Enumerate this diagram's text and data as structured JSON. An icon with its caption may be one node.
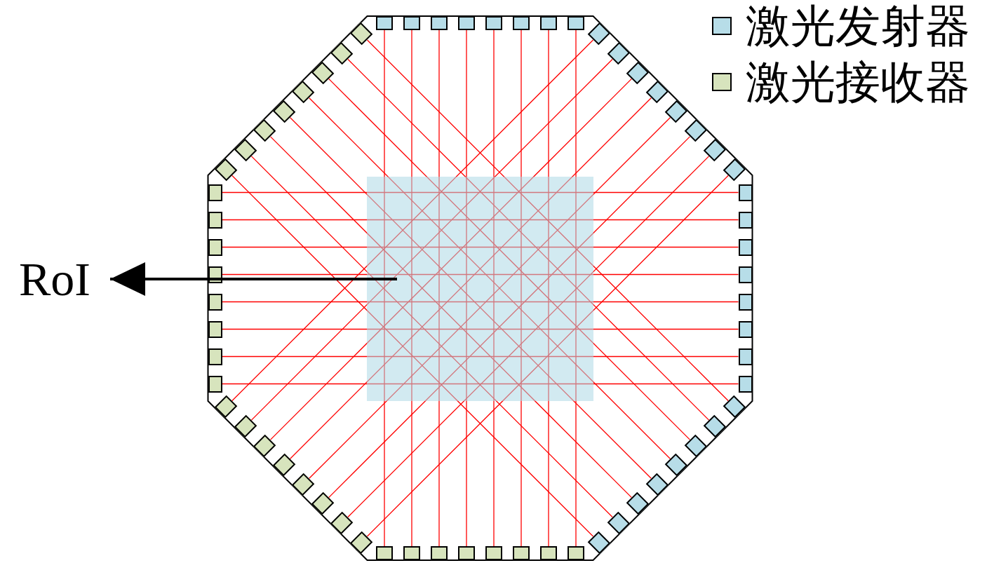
{
  "diagram": {
    "nodes": [
      {
        "text": [],
        "shape": "box"
      },
      {
        "text": [],
        "shape": "box"
      },
      {
        "text": [],
        "shape": "box"
      },
      {
        "text": [],
        "shape": "box"
      },
      {
        "text": [],
        "shape": "box"
      },
      {
        "text": [],
        "shape": "box"
      },
      {
        "text": [],
        "shape": "box"
      },
      {
        "text": [],
        "shape": "box"
      },
      {
        "text": [],
        "shape": "box"
      },
      {
        "text": [],
        "shape": "box"
      },
      {
        "text": [],
        "shape": "box"
      },
      {
        "text": [],
        "shape": "box"
      },
      {
        "text": [],
        "shape": "box"
      },
      {
        "text": [],
        "shape": "box"
      },
      {
        "text": [],
        "shape": "box"
      },
      {
        "text": [],
        "shape": "box"
      },
      {
        "text": [],
        "shape": "box"
      },
      {
        "text": [],
        "shape": "box"
      },
      {
        "text": [],
        "shape": "box"
      },
      {
        "text": [],
        "shape": "box"
      },
      {
        "text": [],
        "shape": "box"
      },
      {
        "text": [],
        "shape": "box"
      },
      {
        "text": [],
        "shape": "box"
      },
      {
        "text": [],
        "shape": "box"
      },
      {
        "text": [],
        "shape": "box"
      },
      {
        "text": [],
        "shape": "box"
      },
      {
        "text": [],
        "shape": "box"
      },
      {
        "text": [],
        "shape": "box"
      },
      {
        "text": [],
        "shape": "box"
      },
      {
        "text": [],
        "shape": "box"
      },
      {
        "text": [],
        "shape": "box"
      },
      {
        "text": [],
        "shape": "box"
      },
      {
        "text": [],
        "shape": "box"
      },
      {
        "text": [],
        "shape": "box"
      },
      {
        "text": [],
        "shape": "box"
      },
      {
        "text": [],
        "shape": "box"
      },
      {
        "text": [],
        "shape": "box"
      },
      {
        "text": [],
        "shape": "box"
      },
      {
        "text": [],
        "shape": "box"
      },
      {
        "text": [],
        "shape": "box"
      },
      {
        "text": [],
        "shape": "box"
      },
      {
        "text": [],
        "shape": "box"
      },
      {
        "text": [],
        "shape": "box"
      },
      {
        "text": [],
        "shape": "box"
      },
      {
        "text": [],
        "shape": "box"
      },
      {
        "text": [],
        "shape": "box"
      },
      {
        "text": [],
        "shape": "box"
      },
      {
        "text": [],
        "shape": "box"
      },
      {
        "text": [],
        "shape": "box"
      },
      {
        "text": [],
        "shape": "box"
      },
      {
        "text": [],
        "shape": "box"
      },
      {
        "text": [],
        "shape": "box"
      },
      {
        "text": [],
        "shape": "box"
      },
      {
        "text": [],
        "shape": "box"
      },
      {
        "text": [],
        "shape": "box"
      },
      {
        "text": [],
        "shape": "box"
      },
      {
        "text": [],
        "shape": "box"
      },
      {
        "text": [],
        "shape": "box"
      },
      {
        "text": [],
        "shape": "box"
      },
      {
        "text": [],
        "shape": "box"
      },
      {
        "text": [],
        "shape": "box"
      },
      {
        "text": [],
        "shape": "box"
      },
      {
        "text": [],
        "shape": "box"
      },
      {
        "text": [],
        "shape": "box"
      },
      {
        "text": [
          "RoI"
        ]
      }
    ],
    "edges": [
      {
        "from": 0,
        "to": 32,
        "arrow": "none"
      },
      {
        "from": 1,
        "to": 33,
        "arrow": "none"
      },
      {
        "from": 2,
        "to": 34,
        "arrow": "none"
      },
      {
        "from": 3,
        "to": 35,
        "arrow": "none"
      },
      {
        "from": 4,
        "to": 36,
        "arrow": "none"
      },
      {
        "from": 5,
        "to": 37,
        "arrow": "none"
      },
      {
        "from": 6,
        "to": 38,
        "arrow": "none"
      },
      {
        "from": 7,
        "to": 39,
        "arrow": "none"
      },
      {
        "from": 8,
        "to": 40,
        "arrow": "none"
      },
      {
        "from": 9,
        "to": 41,
        "arrow": "none"
      },
      {
        "from": 10,
        "to": 42,
        "arrow": "none"
      },
      {
        "from": 11,
        "to": 43,
        "arrow": "none"
      },
      {
        "from": 12,
        "to": 44,
        "arrow": "none"
      },
      {
        "from": 13,
        "to": 45,
        "arrow": "none"
      },
      {
        "from": 14,
        "to": 46,
        "arrow": "none"
      },
      {
        "from": 15,
        "to": 47,
        "arrow": "none"
      },
      {
        "from": 16,
        "to": 48,
        "arrow": "none"
      },
      {
        "from": 17,
        "to": 49,
        "arrow": "none"
      },
      {
        "from": 18,
        "to": 50,
        "arrow": "none"
      },
      {
        "from": 19,
        "to": 51,
        "arrow": "none"
      },
      {
        "from": 20,
        "to": 52,
        "arrow": "none"
      },
      {
        "from": 21,
        "to": 53,
        "arrow": "none"
      },
      {
        "from": 22,
        "to": 54,
        "arrow": "none"
      },
      {
        "from": 23,
        "to": 55,
        "arrow": "none"
      },
      {
        "from": 24,
        "to": 56,
        "arrow": "none"
      },
      {
        "from": 25,
        "to": 57,
        "arrow": "none"
      },
      {
        "from": 26,
        "to": 58,
        "arrow": "none"
      },
      {
        "from": 27,
        "to": 59,
        "arrow": "none"
      },
      {
        "from": 28,
        "to": 60,
        "arrow": "none"
      },
      {
        "from": 29,
        "to": 61,
        "arrow": "none"
      },
      {
        "from": 30,
        "to": 62,
        "arrow": "none"
      },
      {
        "from": 31,
        "to": 63,
        "arrow": "none"
      },
      {
        "from": null,
        "to": 64,
        "arrow": "to",
        "style": "thick",
        "color": "#000000"
      }
    ],
    "legend": [
      {
        "text": "激光发射器",
        "color": "#b7dde8"
      },
      {
        "text": "激光接收器",
        "color": "#d7e4bd"
      }
    ]
  }
}
